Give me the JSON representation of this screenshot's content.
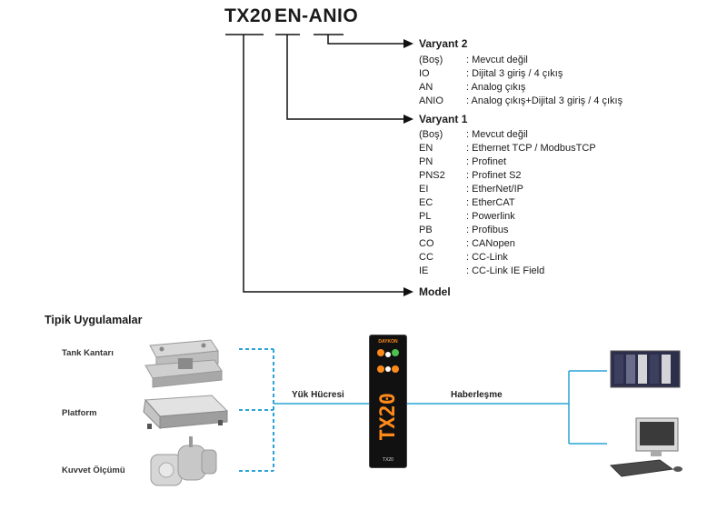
{
  "model": {
    "prefix": "TX20",
    "suffix": "EN-ANIO",
    "model_label": "Model"
  },
  "variant2": {
    "title": "Varyant 2",
    "options": [
      {
        "code": "(Boş)",
        "desc": ": Mevcut değil"
      },
      {
        "code": "IO",
        "desc": ": Dijital 3 giriş / 4 çıkış"
      },
      {
        "code": "AN",
        "desc": ": Analog çıkış"
      },
      {
        "code": "ANIO",
        "desc": ": Analog çıkış+Dijital 3 giriş / 4 çıkış"
      }
    ]
  },
  "variant1": {
    "title": "Varyant 1",
    "options": [
      {
        "code": "(Boş)",
        "desc": ": Mevcut değil"
      },
      {
        "code": "EN",
        "desc": ": Ethernet TCP / ModbusTCP"
      },
      {
        "code": "PN",
        "desc": ": Profinet"
      },
      {
        "code": "PNS2",
        "desc": ": Profinet S2"
      },
      {
        "code": "EI",
        "desc": ": EtherNet/IP"
      },
      {
        "code": "EC",
        "desc": ": EtherCAT"
      },
      {
        "code": "PL",
        "desc": ": Powerlink"
      },
      {
        "code": "PB",
        "desc": ": Profibus"
      },
      {
        "code": "CO",
        "desc": ": CANopen"
      },
      {
        "code": "CC",
        "desc": ": CC-Link"
      },
      {
        "code": "IE",
        "desc": ": CC-Link IE Field"
      }
    ]
  },
  "applications": {
    "title": "Tipik Uygulamalar",
    "sources": [
      "Tank Kantarı",
      "Platform",
      "Kuvvet Ölçümü"
    ],
    "load_cell_label": "Yük Hücresi",
    "communication_label": "Haberleşme",
    "device_brand": "DAYKON",
    "device_display": "TX20",
    "device_model": "TX20",
    "colors": {
      "line": "#2aa3d6",
      "display": "#ff8a1a",
      "arrow": "#1a1a1a"
    }
  }
}
